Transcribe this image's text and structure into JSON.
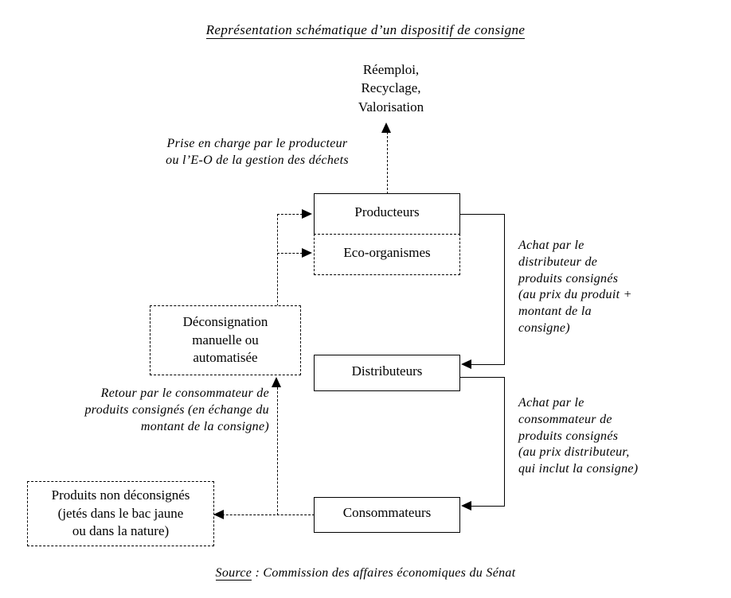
{
  "document": {
    "title": "Représentation  schématique  d’un  dispositif  de  consigne",
    "source_label": "Source",
    "source_rest": " : Commission  des affaires  économiques  du Sénat"
  },
  "diagram": {
    "type": "flow-diagram",
    "outcome": "Réemploi,\nRecyclage,\nValorisation",
    "boxes": [
      {
        "id": "producteurs",
        "label": "Producteurs",
        "border": "solid"
      },
      {
        "id": "eco-organismes",
        "label": "Eco-organismes",
        "border": "dashed"
      },
      {
        "id": "deconsignation",
        "label": "Déconsignation\nmanuelle ou\nautomatisée",
        "border": "dashed"
      },
      {
        "id": "distributeurs",
        "label": "Distributeurs",
        "border": "solid"
      },
      {
        "id": "consommateurs",
        "label": "Consommateurs",
        "border": "solid"
      },
      {
        "id": "produits-non-deconsignes",
        "label": "Produits  non déconsignés\n(jetés  dans le bac jaune\nou dans la nature)",
        "border": "dashed"
      }
    ],
    "annotations": [
      {
        "id": "prise-en-charge",
        "text": "Prise  en  charge  par  le  producteur\nou  l’E-O  de  la  gestion  des  déchets"
      },
      {
        "id": "achat-distributeur",
        "text": "Achat  par  le\ndistributeur  de\nproduits  consignés\n(au prix du produit +\nmontant  de  la\nconsigne)"
      },
      {
        "id": "achat-consommateur",
        "text": "Achat  par  le\nconsommateur  de\nproduits  consignés\n(au prix distributeur,\nqui  inclut  la consigne)"
      },
      {
        "id": "retour-consommateur",
        "text": "Retour  par  le consommateur  de\nproduits  consignés  (en échange  du\nmontant  de la consigne)"
      }
    ],
    "connectors": [
      {
        "id": "producteurs-to-outcome",
        "style": "dashed",
        "from": "producteurs",
        "to": "outcome"
      },
      {
        "id": "deconsignation-to-producteurs",
        "style": "dashed",
        "from": "deconsignation",
        "to": "producteurs"
      },
      {
        "id": "deconsignation-to-eco",
        "style": "dashed",
        "from": "deconsignation",
        "to": "eco-organismes"
      },
      {
        "id": "producteurs-to-distributeurs",
        "style": "solid",
        "from": "producteurs",
        "to": "distributeurs"
      },
      {
        "id": "distributeurs-to-consommateurs",
        "style": "solid",
        "from": "distributeurs",
        "to": "consommateurs"
      },
      {
        "id": "consommateurs-to-deconsignation",
        "style": "dashed",
        "from": "consommateurs",
        "to": "deconsignation"
      },
      {
        "id": "consommateurs-to-produits-non",
        "style": "dashed",
        "from": "consommateurs",
        "to": "produits-non-deconsignes"
      }
    ],
    "colors": {
      "ink": "#000000",
      "paper": "#ffffff"
    }
  }
}
